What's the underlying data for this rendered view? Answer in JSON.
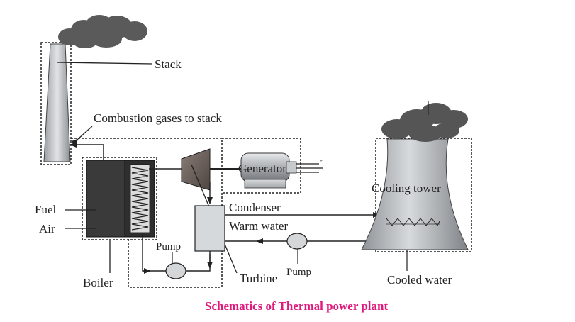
{
  "labels": {
    "stack": "Stack",
    "combustion_gases": "Combustion gases to stack",
    "generator": "Generator",
    "cooling_tower": "Cooling tower",
    "fuel": "Fuel",
    "air": "Air",
    "condenser": "Condenser",
    "warm_water": "Warm water",
    "pump_left": "Pump",
    "pump_right": "Pump",
    "turbine": "Turbine",
    "boiler": "Boiler",
    "cooled_water": "Cooled water"
  },
  "caption": "Schematics of Thermal power plant",
  "colors": {
    "caption": "#e0197d",
    "line": "#222222",
    "boiler": "#3a3a3a",
    "turbine": "#6b5f5a",
    "condenser": "#d4d7da",
    "tower": "#b9bdc1",
    "smoke": "#555555"
  }
}
